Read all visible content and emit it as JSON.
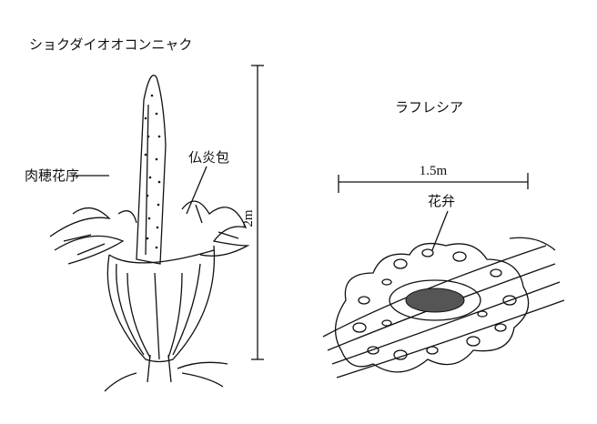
{
  "left_plant": {
    "title": "ショクダイオオコンニャク",
    "spadix_label": "肉穂花序",
    "spathe_label": "仏炎包",
    "height_label": "2m"
  },
  "right_plant": {
    "title": "ラフレシア",
    "width_label": "1.5m",
    "petal_label": "花弁"
  },
  "colors": {
    "ink": "#111111",
    "background": "#ffffff"
  }
}
